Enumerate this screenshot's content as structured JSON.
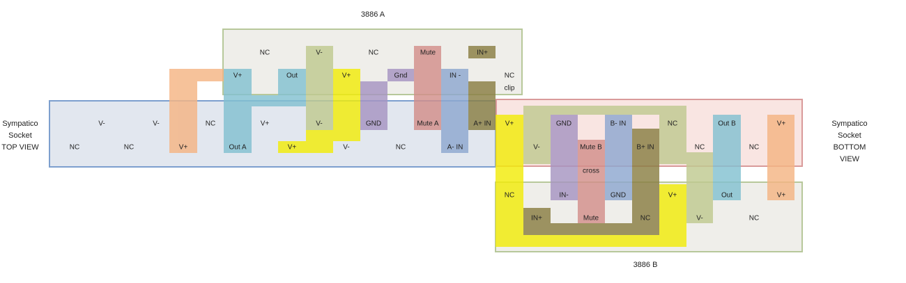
{
  "titles": {
    "top": "3886 A",
    "bottom": "3886 B"
  },
  "side_labels": {
    "left": [
      "Sympatico",
      "Socket",
      "TOP VIEW"
    ],
    "right": [
      "Sympatico",
      "Socket",
      "BOTTOM",
      "VIEW"
    ]
  },
  "colors": {
    "box_green": "#b7c89a",
    "box_blue": "#7d9fce",
    "box_red": "#d99a9a",
    "fill_gray": "#efeeea",
    "fill_blue": "#e2e7ef",
    "fill_pink": "#f9e5e2",
    "orange": "#f5b584",
    "cyan": "#83c1d1",
    "olive_light": "#c0ca91",
    "yellow": "#f2ec0a",
    "purple": "#a795c2",
    "rose": "#d38f8b",
    "steel": "#8ea8d0",
    "olive_dark": "#8a7f44"
  },
  "labels": {
    "a_nc1": "NC",
    "a_vminus": "V-",
    "a_nc2": "NC",
    "a_mute": "Mute",
    "a_inplus": "IN+",
    "a_vplus1": "V+",
    "a_out": "Out",
    "a_vplus2": "V+",
    "a_gnd": "Gnd",
    "a_inminus": "IN -",
    "a_nc3": "NC",
    "a_clip": "clip",
    "t_vminus1": "V-",
    "t_vminus2": "V-",
    "t_nc1": "NC",
    "t_vplus1": "V+",
    "t_vminus3": "V-",
    "t_gnd": "GND",
    "t_mutea": "Mute A",
    "t_aplusin": "A+ IN",
    "t_nc2": "NC",
    "t_nc3": "NC",
    "t_vplus2": "V+",
    "t_outa": "Out A",
    "t_vplus3": "V+",
    "t_vminus4": "V-",
    "t_nc4": "NC",
    "t_aminusin": "A- IN",
    "s_vplus1": "V+",
    "s_gnd": "GND",
    "s_bminusin": "B- IN",
    "s_nc1": "NC",
    "s_outb": "Out B",
    "s_vplus2": "V+",
    "s_vminus": "V-",
    "s_muteb": "Mute B",
    "s_bplusin": "B+ IN",
    "s_nc2": "NC",
    "s_nc3": "NC",
    "s_cross": "cross",
    "b_nc1": "NC",
    "b_inminus": "IN-",
    "b_gnd": "GND",
    "b_vplus1": "V+",
    "b_out": "Out",
    "b_vplus2": "V+",
    "b_inplus": "IN+",
    "b_mute": "Mute",
    "b_nc2": "NC",
    "b_vminus": "V-",
    "b_nc3": "NC"
  }
}
